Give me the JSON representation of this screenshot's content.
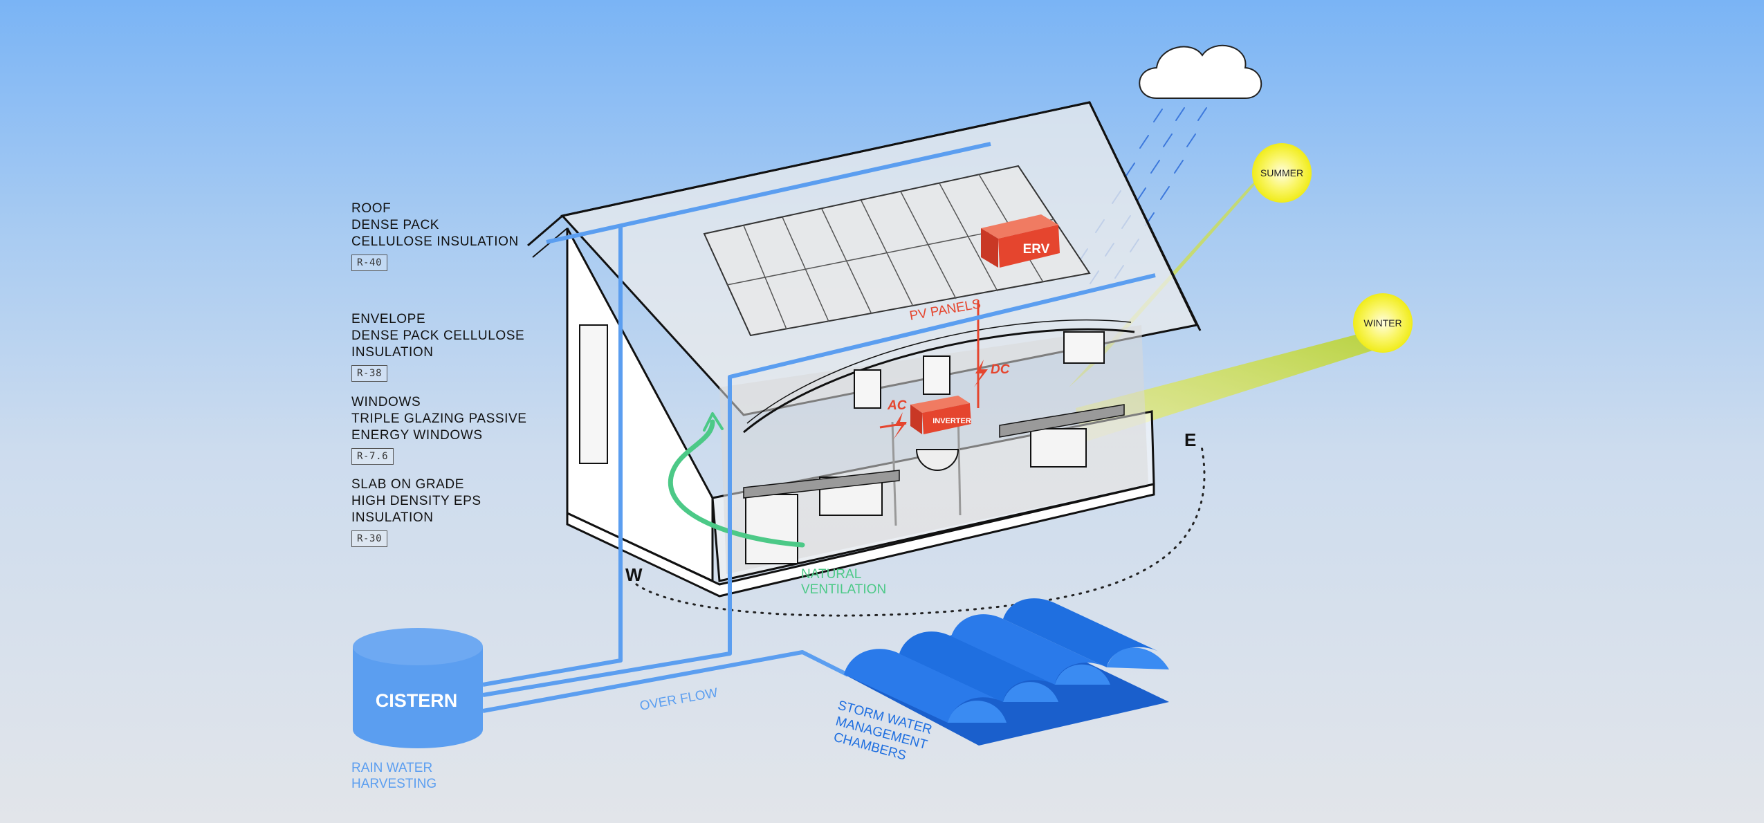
{
  "specs": [
    {
      "lines": [
        "ROOF",
        "DENSE PACK",
        "CELLULOSE INSULATION"
      ],
      "rvalue": "R-40"
    },
    {
      "lines": [
        "ENVELOPE",
        "DENSE PACK CELLULOSE",
        "INSULATION"
      ],
      "rvalue": "R-38"
    },
    {
      "lines": [
        "WINDOWS",
        "TRIPLE GLAZING PASSIVE",
        "ENERGY WINDOWS"
      ],
      "rvalue": "R-7.6"
    },
    {
      "lines": [
        "SLAB ON GRADE",
        "HIGH DENSITY EPS",
        "INSULATION"
      ],
      "rvalue": "R-30"
    }
  ],
  "equipment": {
    "erv": "ERV",
    "pv_panels": "PV PANELS",
    "dc": "DC",
    "ac": "AC",
    "inverter": "INVERTER"
  },
  "sun": {
    "summer": "SUMMER",
    "winter": "WINTER"
  },
  "compass": {
    "west": "W",
    "east": "E"
  },
  "ventilation": {
    "line1": "NATURAL",
    "line2": "VENTILATION"
  },
  "water": {
    "cistern": "CISTERN",
    "harvest_line1": "RAIN WATER",
    "harvest_line2": "HARVESTING",
    "overflow": "OVER FLOW",
    "storm_line1": "STORM WATER",
    "storm_line2": "MANAGEMENT",
    "storm_line3": "CHAMBERS"
  },
  "colors": {
    "pipe_blue": "#5b9ef0",
    "chamber_blue": "#1f6fe0",
    "equipment_red": "#e5452e",
    "ventilation_green": "#4cc987",
    "sun_yellow": "#f4f22a"
  }
}
